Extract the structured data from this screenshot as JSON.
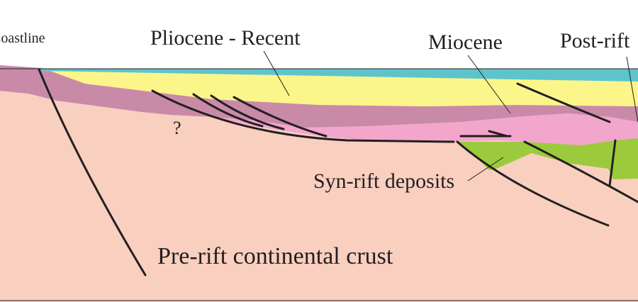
{
  "labels": {
    "coastline": "Coastline",
    "pliocene_recent": "Pliocene - Recent",
    "miocene": "Miocene",
    "post_rift": "Post-rift",
    "question": "?",
    "syn_rift": "Syn-rift deposits",
    "pre_rift": "Pre-rift continental crust"
  },
  "colors": {
    "sea": "#5ec4cc",
    "pliocene": "#fbf58a",
    "miocene": "#c98aa8",
    "post_rift": "#f2a6cc",
    "syn_rift": "#9bcb3c",
    "crust": "#f9cfc0",
    "line": "#231f20"
  }
}
